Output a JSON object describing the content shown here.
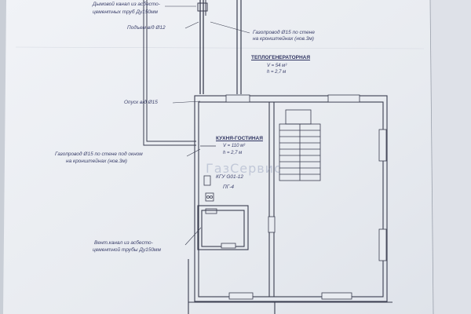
{
  "labels": {
    "top_partial": "Дымовой канал из асбесто-",
    "top_partial2": "цементных труб Ду150мм",
    "riser_top": "Подъем в/д Ø12",
    "gas_wall_top_1": "Газопровод Ø15 по стене",
    "gas_wall_top_2": "на кронштейнах (нов.3м)",
    "drop": "Опуск в/д Ø15",
    "gas_outside_1": "Газопровод Ø15 по стене под окном",
    "gas_outside_2": "на кронштейнах (нов.3м)",
    "chimney_1": "Вент.канал из асбесто-",
    "chimney_2": "цементной трубы Ду150мм",
    "meter": "КГУ G01-12",
    "stove": "ПГ-4"
  },
  "rooms": {
    "boiler": {
      "name": "ТЕПЛОГЕНЕРАТОРНАЯ",
      "volume": "V = 54 м³",
      "height": "h = 2,7 м"
    },
    "kitchen": {
      "name": "КУХНЯ-ГОСТИНАЯ",
      "volume": "V = 110 м³",
      "height": "h = 2,7 м"
    }
  },
  "watermark": "ГазСервис",
  "colors": {
    "paper": "#e9ecf1",
    "line": "#3a3d4f",
    "text": "#3a3f6a"
  }
}
